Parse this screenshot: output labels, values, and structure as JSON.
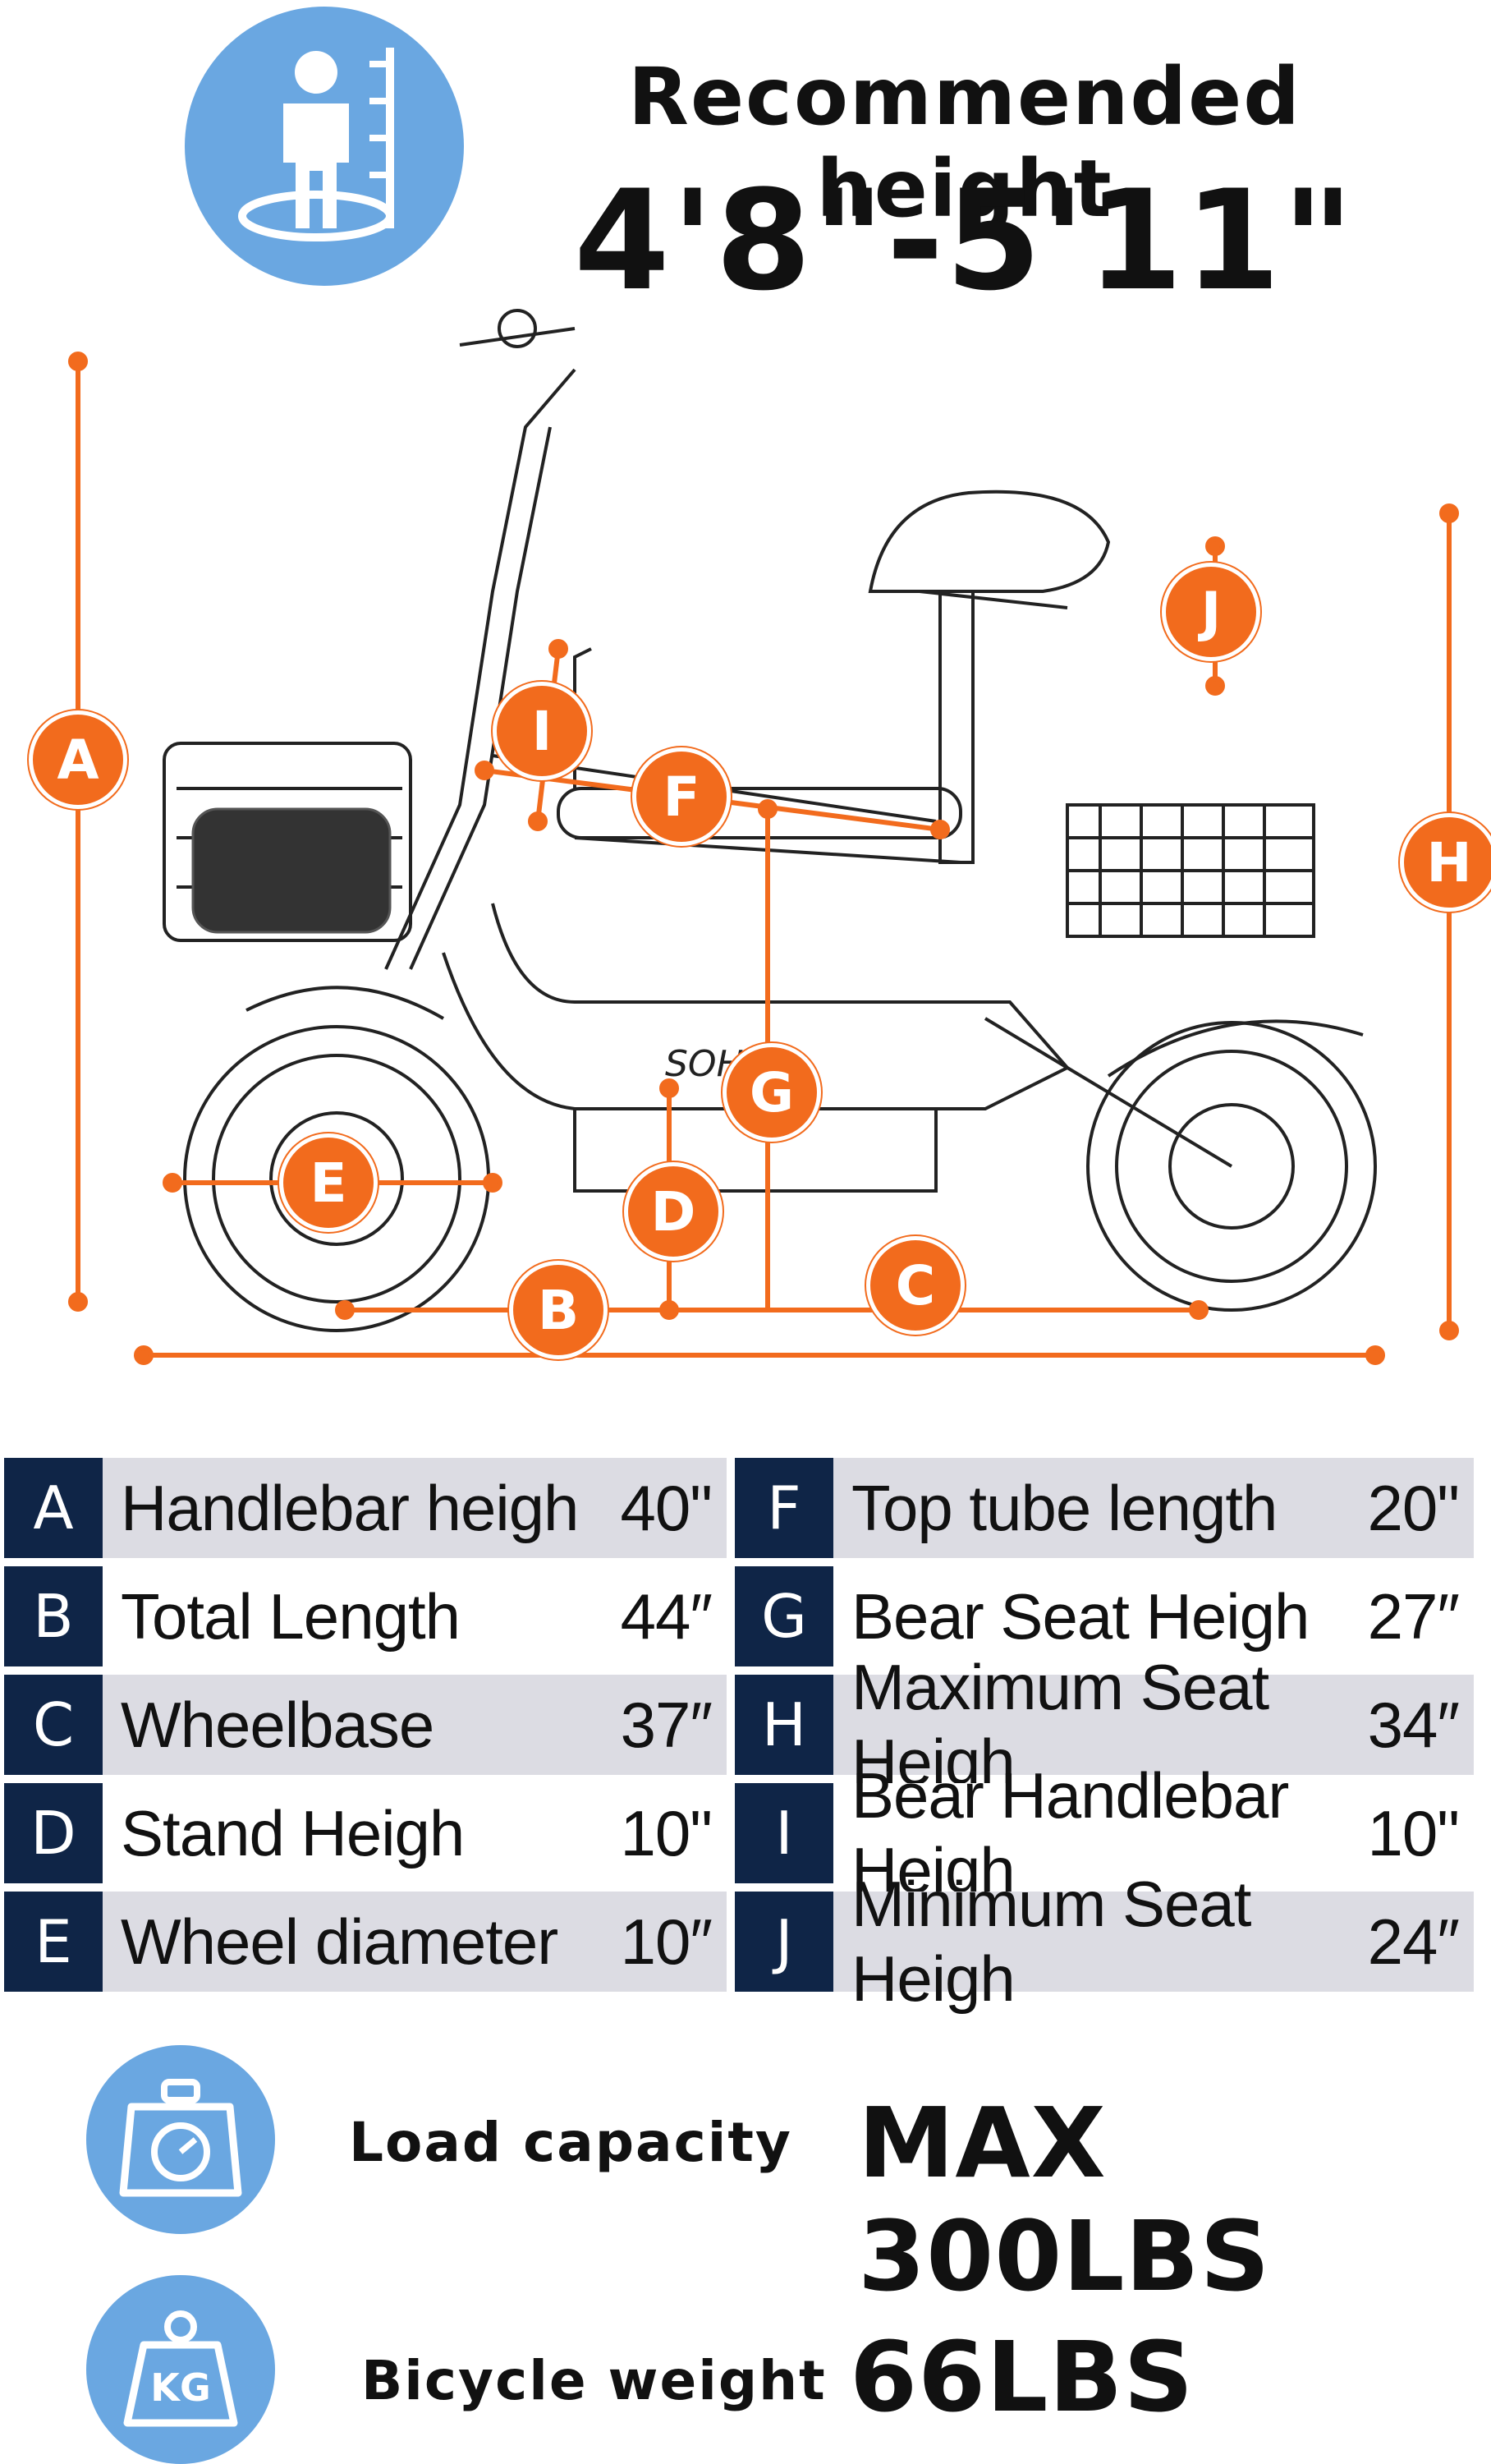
{
  "header": {
    "label": "Recommended height",
    "value": "4'8\"-5'11\""
  },
  "colors": {
    "accent_orange": "#f26b1d",
    "icon_blue": "#6aa7e1",
    "table_navy": "#0f2547",
    "row_shade": "#dcdce3"
  },
  "icons": {
    "height": "person-height-icon",
    "load": "scale-icon",
    "weight": "kg-weight-icon"
  },
  "diagram": {
    "badges": [
      "A",
      "B",
      "C",
      "D",
      "E",
      "F",
      "G",
      "H",
      "I",
      "J"
    ],
    "brand": "SOHOO"
  },
  "specs": {
    "left": [
      {
        "letter": "A",
        "label": "Handlebar heigh",
        "value": "40\""
      },
      {
        "letter": "B",
        "label": "Total Length",
        "value": "44″"
      },
      {
        "letter": "C",
        "label": "Wheelbase",
        "value": "37″"
      },
      {
        "letter": "D",
        "label": "Stand Heigh",
        "value": "10\""
      },
      {
        "letter": "E",
        "label": "Wheel diameter",
        "value": "10″"
      }
    ],
    "right": [
      {
        "letter": "F",
        "label": "Top tube length",
        "value": "20\""
      },
      {
        "letter": "G",
        "label": "Bear Seat Heigh",
        "value": "27″"
      },
      {
        "letter": "H",
        "label": "Maximum Seat Heigh",
        "value": "34″"
      },
      {
        "letter": "I",
        "label": "Bear Handlebar Heigh",
        "value": "10\""
      },
      {
        "letter": "J",
        "label": "Minimum Seat Heigh",
        "value": "24″"
      }
    ]
  },
  "bottom": {
    "load_label": "Load capacity",
    "load_value": "MAX 300LBS",
    "weight_label": "Bicycle weight",
    "weight_value": "66LBS",
    "kg_text": "KG"
  }
}
